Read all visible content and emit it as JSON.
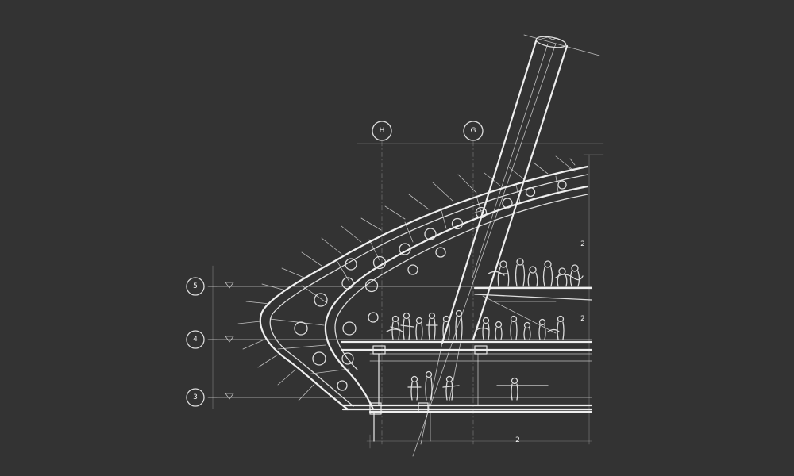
{
  "drawing": {
    "background": "#333333",
    "line_color": "#efefef",
    "grid_column_markers": [
      "H",
      "G"
    ],
    "level_markers": [
      "5",
      "4",
      "3"
    ],
    "sketch_marks": [
      "2",
      "2",
      "2"
    ]
  }
}
